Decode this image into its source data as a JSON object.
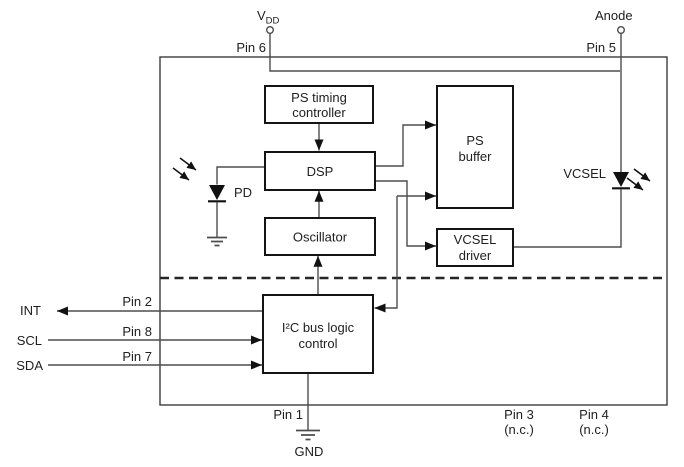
{
  "colors": {
    "background": "#ffffff",
    "wire": "#4d4d4d",
    "block_border": "#141414",
    "chip_outline": "#3d3d3d",
    "text": "#202020"
  },
  "pins": {
    "vdd": {
      "name": "V",
      "name_sub": "DD",
      "pin_label": "Pin 6"
    },
    "anode": {
      "name": "Anode",
      "pin_label": "Pin 5"
    },
    "int": {
      "name": "INT",
      "pin_label": "Pin 2"
    },
    "scl": {
      "name": "SCL",
      "pin_label": "Pin 8"
    },
    "sda": {
      "name": "SDA",
      "pin_label": "Pin 7"
    },
    "gnd": {
      "name": "GND",
      "pin_label": "Pin 1"
    },
    "nc3": {
      "pin_label": "Pin 3",
      "note": "(n.c.)"
    },
    "nc4": {
      "pin_label": "Pin 4",
      "note": "(n.c.)"
    }
  },
  "blocks": {
    "ps_timing_controller": {
      "line1": "PS timing",
      "line2": "controller"
    },
    "dsp": {
      "label": "DSP"
    },
    "oscillator": {
      "label": "Oscillator"
    },
    "i2c_bus_logic_control": {
      "line1": "I²C bus logic",
      "line2": "control"
    },
    "ps_buffer": {
      "line1": "PS",
      "line2": "buffer"
    },
    "vcsel_driver": {
      "line1": "VCSEL",
      "line2": "driver"
    }
  },
  "components": {
    "photodiode": {
      "label": "PD"
    },
    "vcsel": {
      "label": "VCSEL"
    }
  }
}
